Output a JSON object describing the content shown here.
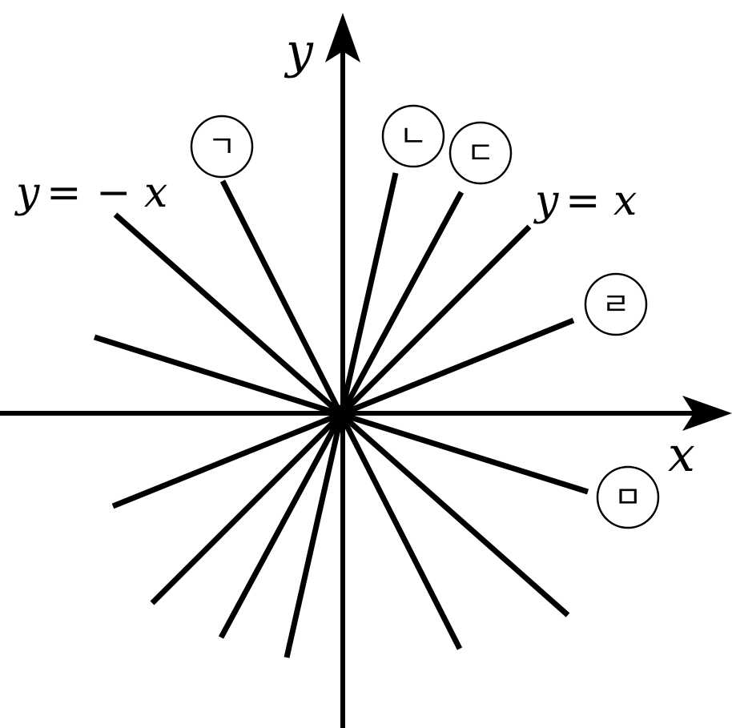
{
  "axes": {
    "x_label": "x",
    "y_label": "y"
  },
  "equations": {
    "neg_diag": {
      "lhs": "y",
      "eq": "=",
      "minus": "−",
      "rhs": "x"
    },
    "pos_diag": {
      "lhs": "y",
      "eq": "=",
      "rhs": "x"
    }
  },
  "choices": [
    {
      "id": "giyeok",
      "label": "ㄱ"
    },
    {
      "id": "nieun",
      "label": "ㄴ"
    },
    {
      "id": "digeut",
      "label": "ㄷ"
    },
    {
      "id": "rieul",
      "label": "ㄹ"
    },
    {
      "id": "mieum",
      "label": "ㅁ"
    }
  ],
  "colors": {
    "ink": "#000000",
    "background": "#ffffff"
  }
}
